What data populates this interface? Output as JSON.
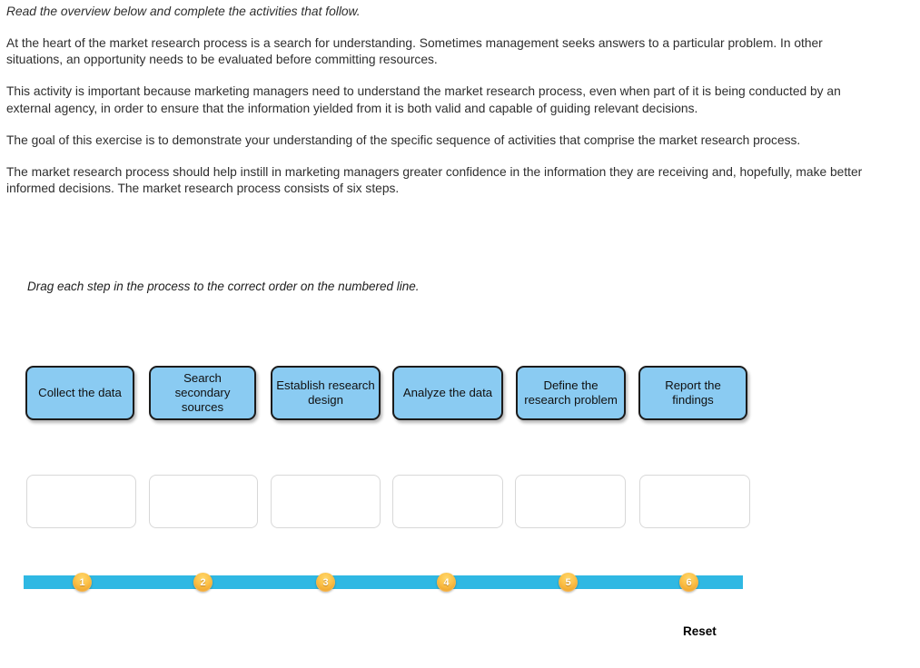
{
  "overview": {
    "lead": "Read the overview below and complete the activities that follow.",
    "paragraphs": [
      "At the heart of the market research process is a search for understanding. Sometimes management seeks answers to a particular problem. In other situations, an opportunity needs to be evaluated before committing resources.",
      "This activity is important because marketing managers need to understand the market research process, even when part of it is being conducted by an external agency, in order to ensure that the information yielded from it is both valid and capable of guiding relevant decisions.",
      "The goal of this exercise is to demonstrate your understanding of the specific sequence of activities that comprise the market research process.",
      "The market research process should help instill in marketing managers greater confidence in the information they are receiving and, hopefully, make better informed decisions. The market research process consists of six steps."
    ]
  },
  "activity": {
    "instruction": "Drag each step in the process to the correct order on the numbered line.",
    "tiles": [
      {
        "label": "Collect the data"
      },
      {
        "label": "Search secondary sources"
      },
      {
        "label": "Establish research design"
      },
      {
        "label": "Analyze the data"
      },
      {
        "label": "Define the research problem"
      },
      {
        "label": "Report the findings"
      }
    ],
    "slots": [
      {
        "value": ""
      },
      {
        "value": ""
      },
      {
        "value": ""
      },
      {
        "value": ""
      },
      {
        "value": ""
      },
      {
        "value": ""
      }
    ],
    "timeline": {
      "markers": [
        "1",
        "2",
        "3",
        "4",
        "5",
        "6"
      ],
      "bar_color": "#2fb8e3",
      "marker_color": "#f0a62e"
    },
    "reset_label": "Reset"
  },
  "colors": {
    "tile_fill": "#8acbf2",
    "tile_border": "#1b1b1b",
    "slot_border": "#d8d8d8",
    "text": "#2e2e2e"
  }
}
